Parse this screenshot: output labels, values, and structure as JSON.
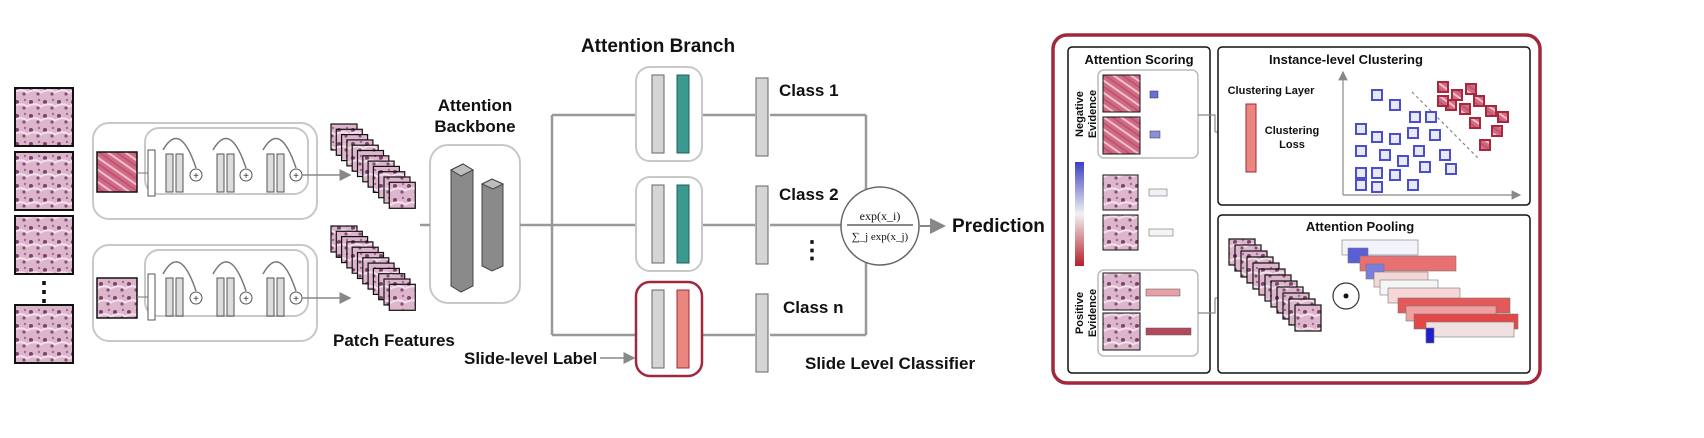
{
  "labels": {
    "patch_features": "Patch Features",
    "attention_backbone_line1": "Attention",
    "attention_backbone_line2": "Backbone",
    "attention_branch": "Attention Branch",
    "class_1": "Class 1",
    "class_2": "Class 2",
    "class_n": "Class n",
    "vertical_ellipsis": "⋮",
    "slide_level_label": "Slide-level Label",
    "slide_level_classifier": "Slide Level Classifier",
    "prediction": "Prediction",
    "softmax_numerator": "exp(x_i)",
    "softmax_denominator": "∑_j exp(x_j)"
  },
  "panel": {
    "attention_scoring": "Attention Scoring",
    "negative_evidence_line1": "Negative",
    "negative_evidence_line2": "Evidence",
    "positive_evidence_line1": "Positive",
    "positive_evidence_line2": "Evidence",
    "instance_clustering": "Instance-level Clustering",
    "clustering_layer": "Clustering Layer",
    "clustering_loss_line1": "Clustering",
    "clustering_loss_line2": "Loss",
    "attention_pooling": "Attention Pooling",
    "hadamard_symbol": "⊙"
  },
  "colors": {
    "tissue_pink": "#c98aa6",
    "tissue_dark": "#8b4d75",
    "teal": "#3a9a8f",
    "salmon": "#e9877e",
    "frame_red": "#a1283b",
    "gray_block": "#cfcfcf",
    "cluster_blue": "#4a4fd0",
    "cluster_red": "#a8283b"
  }
}
